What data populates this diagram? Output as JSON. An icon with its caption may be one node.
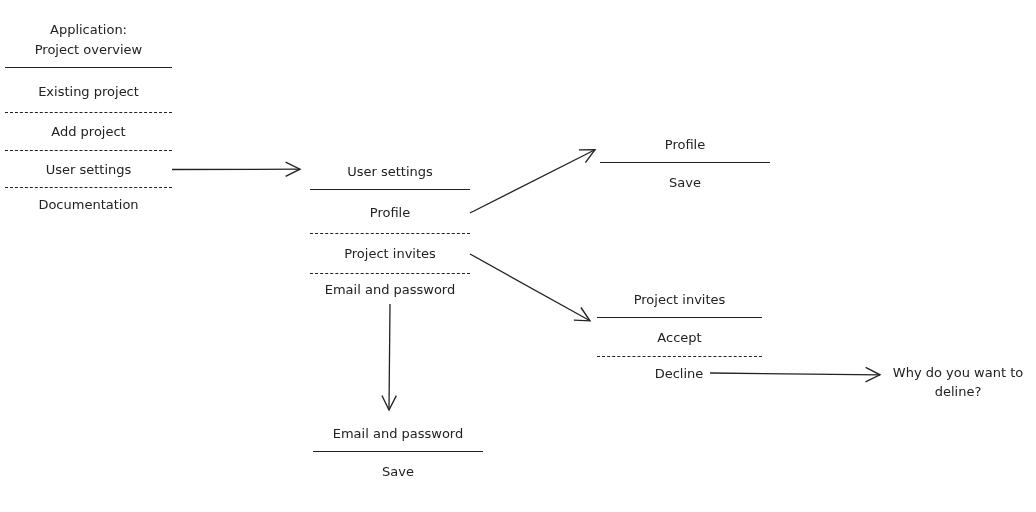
{
  "diagram": {
    "nodes": [
      {
        "text": [
          "Application: Project overview"
        ]
      },
      {
        "text": [
          "Existing project"
        ],
        "in": 0
      },
      {
        "text": [
          "Add project"
        ],
        "in": 0
      },
      {
        "text": [
          "User settings"
        ],
        "in": 0
      },
      {
        "text": [
          "Documentation"
        ],
        "in": 0
      },
      {
        "text": [
          "User settings"
        ]
      },
      {
        "text": [
          "Profile"
        ],
        "in": 5
      },
      {
        "text": [
          "Project invites"
        ],
        "in": 5
      },
      {
        "text": [
          "Email and password"
        ],
        "in": 5
      },
      {
        "text": [
          "Profile"
        ]
      },
      {
        "text": [
          "Save"
        ],
        "in": 9
      },
      {
        "text": [
          "Project invites"
        ]
      },
      {
        "text": [
          "Accept"
        ],
        "in": 11
      },
      {
        "text": [
          "Decline"
        ],
        "in": 11
      },
      {
        "text": [
          "Email and password"
        ]
      },
      {
        "text": [
          "Save"
        ],
        "in": 14
      },
      {
        "text": [
          "Why do you want to deline?"
        ]
      }
    ],
    "edges": [
      {
        "from": 3,
        "to": 5,
        "arrow": "to"
      },
      {
        "from": 6,
        "to": 9,
        "arrow": "to"
      },
      {
        "from": 7,
        "to": 11,
        "arrow": "to"
      },
      {
        "from": 8,
        "to": 14,
        "arrow": "to"
      },
      {
        "from": 13,
        "to": 16,
        "arrow": "to"
      }
    ]
  }
}
